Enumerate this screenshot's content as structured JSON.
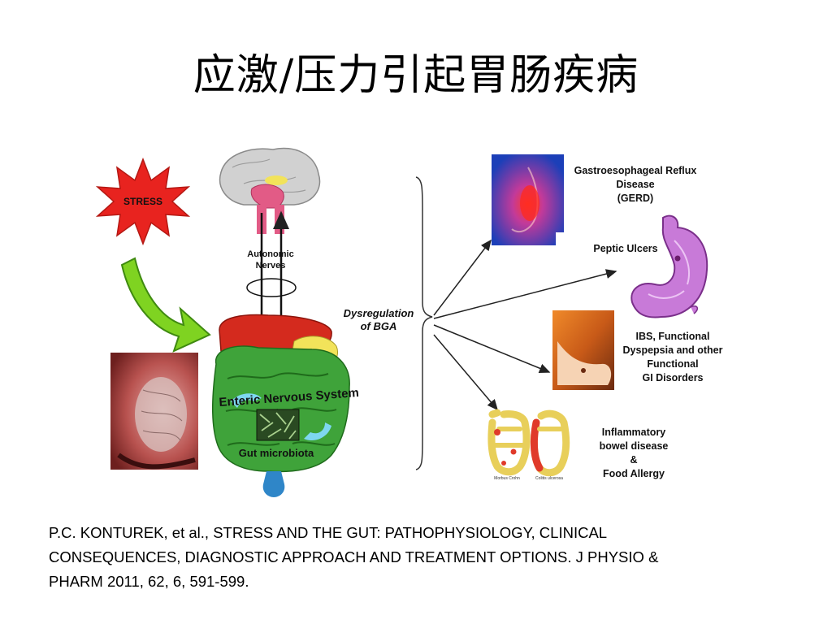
{
  "slide": {
    "title": "应激/压力引起胃肠疾病",
    "citation_lines": [
      "P.C. KONTUREK, et al., STRESS AND THE GUT: PATHOPHYSIOLOGY, CLINICAL",
      "CONSEQUENCES, DIAGNOSTIC APPROACH AND TREATMENT OPTIONS. J PHYSIO &",
      "PHARM  2011, 62, 6, 591-599."
    ]
  },
  "figure": {
    "stress_label": "STRESS",
    "autonomic_nerves": [
      "Autonomic",
      "Nerves"
    ],
    "enteric_nervous_system": "Enteric Nervous System",
    "gut_microbiota": "Gut microbiota",
    "dysregulation": [
      "Dysregulation",
      "of BGA"
    ],
    "outcomes": {
      "gerd": [
        "Gastroesophageal Reflux",
        "Disease",
        "(GERD)"
      ],
      "peptic_ulcers": [
        "Peptic Ulcers"
      ],
      "ibs": [
        "IBS, Functional",
        "Dyspepsia and other",
        "Functional",
        "GI Disorders"
      ],
      "ibd": [
        "Inflammatory",
        "bowel disease",
        "&",
        "Food Allergy"
      ]
    },
    "ibd_image_captions": [
      "Morbus Crohn",
      "Colitis ulcerosa"
    ]
  },
  "colors": {
    "stress_star": "#e8231f",
    "green_arrow": "#7fd321",
    "liver": "#d42a1e",
    "intestine": "#3fa33a",
    "brain": "#c9c9c9",
    "nerve_pink": "#e25b86"
  }
}
